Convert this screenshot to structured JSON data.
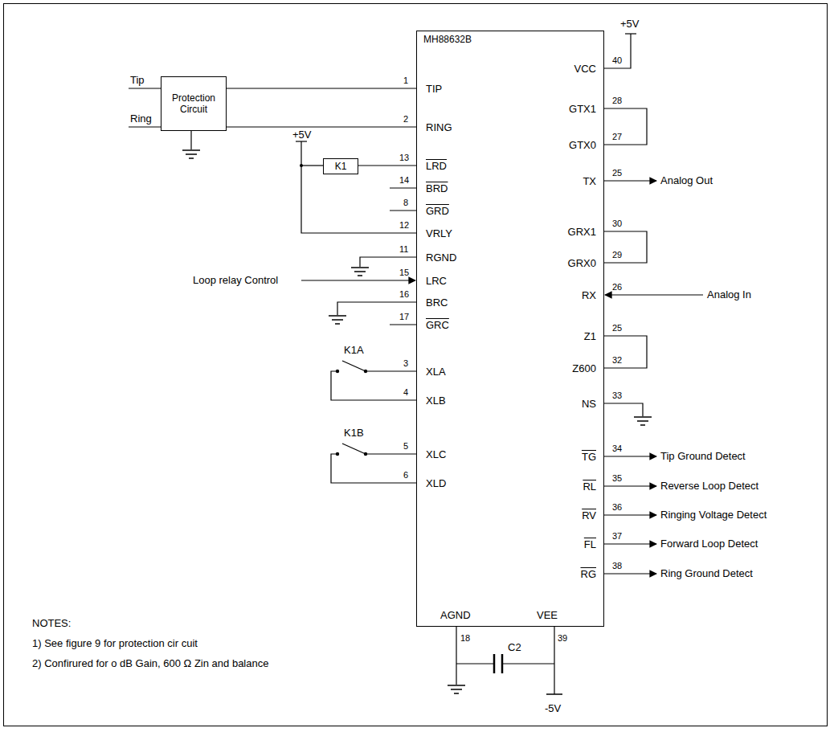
{
  "diagram": {
    "nodes": [
      {
        "text": [
          "Protection Circuit"
        ]
      },
      {
        "text": [
          "MH88632B"
        ]
      },
      {
        "text": [
          "K1"
        ]
      }
    ],
    "edges": [
      {
        "from": 0,
        "to": 1,
        "arrow": "none"
      },
      {
        "from": 0,
        "to": 1,
        "arrow": "none"
      },
      {
        "from": 2,
        "to": 1,
        "arrow": "none"
      }
    ],
    "labels": [
      "Tip",
      "Ring",
      "1",
      "TIP",
      "2",
      "RING",
      "+5V",
      "13",
      "LRD",
      "14",
      "BRD",
      "8",
      "GRD",
      "12",
      "VRLY",
      "11",
      "RGND",
      "Loop relay Control",
      "15",
      "LRC",
      "16",
      "BRC",
      "17",
      "GRC",
      "K1A",
      "3",
      "XLA",
      "4",
      "XLB",
      "K1B",
      "5",
      "XLC",
      "6",
      "XLD",
      "NOTES:",
      "1) See figure 9 for protection cir cuit",
      "2) Confirured for o dB Gain, 600 Ω Zin and balance",
      "AGND",
      "VEE",
      "18",
      "39",
      "C2",
      "-5V",
      "+5V",
      "40",
      "VCC",
      "28",
      "GTX1",
      "27",
      "GTX0",
      "25",
      "TX",
      "Analog Out",
      "30",
      "GRX1",
      "29",
      "GRX0",
      "26",
      "RX",
      "Analog In",
      "25",
      "Z1",
      "32",
      "Z600",
      "33",
      "NS",
      "34",
      "TG",
      "Tip Ground Detect",
      "35",
      "RL",
      "Reverse Loop Detect",
      "36",
      "RV",
      "Ringing Voltage Detect",
      "37",
      "FL",
      "Forward Loop Detect",
      "38",
      "RG",
      "Ring Ground Detect"
    ]
  }
}
